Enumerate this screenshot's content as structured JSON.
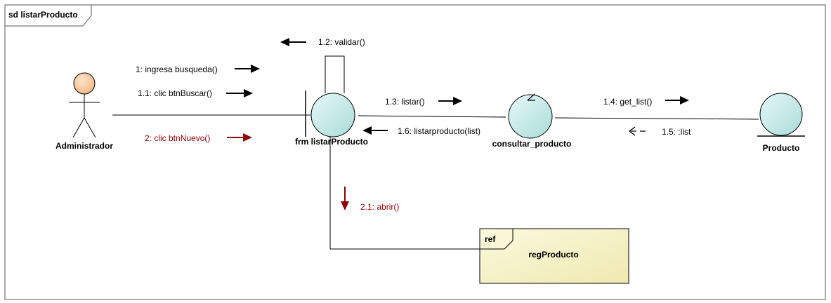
{
  "frame": {
    "title": "sd listarProducto"
  },
  "elements": {
    "actor": {
      "name": "Administrador"
    },
    "boundary": {
      "name": "frm listarProducto"
    },
    "control": {
      "name": "consultar_producto"
    },
    "entity": {
      "name": "Producto"
    },
    "ref": {
      "tag": "ref",
      "name": "regProducto"
    }
  },
  "messages": {
    "m1": "1: ingresa busqueda()",
    "m1_1": "1.1: clic btnBuscar()",
    "m1_2": "1.2: validar()",
    "m1_3": "1.3: listar()",
    "m1_4": "1.4: get_list()",
    "m1_5": "1.5: :list",
    "m1_6": "1.6: listarproducto(list)",
    "m2": "2: clic btnNuevo()",
    "m2_1": "2.1: abrir()"
  },
  "colors": {
    "actor_fill": "#f6c79e",
    "object_fill": "#c6ecea",
    "ref_fill": "#f6f3c8",
    "message_red": "#8b0000",
    "line": "#000000"
  }
}
